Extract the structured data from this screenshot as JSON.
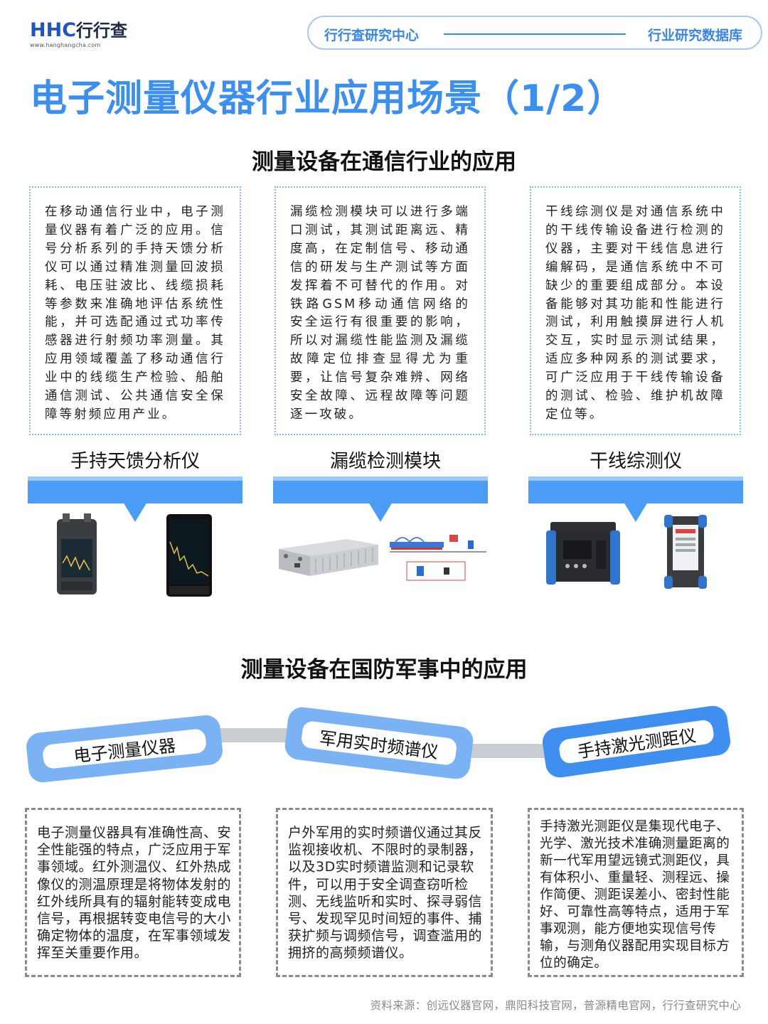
{
  "header": {
    "logo_text": "HHC",
    "logo_cn": "行行查",
    "logo_url": "www.hanghangcha.com",
    "left_label": "行行查研究中心",
    "right_label": "行业研究数据库"
  },
  "page_title": "电子测量仪器行业应用场景（1/2）",
  "section1": {
    "title": "测量设备在通信行业的应用",
    "boxes": [
      {
        "text": "在移动通信行业中，电子测量仪器有着广泛的应用。信号分析系列的手持天馈分析仪可以通过精准测量回波损耗、电压驻波比、线缆损耗等参数来准确地评估系统性能，并可选配通过式功率传感器进行射频功率测量。其应用领域覆盖了移动通信行业中的线缆生产检验、船舶通信测试、公共通信安全保障等射频应用产业。"
      },
      {
        "text": "漏缆检测模块可以进行多端口测试，其测试距离远、精度高，在定制信号、移动通信的研发与生产测试等方面发挥着不可替代的作用。对铁路GSM移动通信网络的安全运行有很重要的影响，所以对漏缆性能监测及漏缆故障定位排查显得尤为重要，让信号复杂难辨、网络安全故障、远程故障等问题逐一攻破。"
      },
      {
        "text": "干线综测仪是对通信系统中的干线传输设备进行检测的仪器，主要对干线信息进行编解码，是通信系统中不可缺少的重要组成部分。本设备能够对其功能和性能进行测试，利用触摸屏进行人机交互，实时显示测试结果，适应多种网系的测试要求，可广泛应用于干线传输设备的测试、检验、维护机故障定位等。"
      }
    ],
    "devices": [
      {
        "label": "手持天馈分析仪"
      },
      {
        "label": "漏缆检测模块"
      },
      {
        "label": "干线综测仪"
      }
    ]
  },
  "section2": {
    "title": "测量设备在国防军事中的应用",
    "chain": [
      {
        "label": "电子测量仪器"
      },
      {
        "label": "军用实时频谱仪"
      },
      {
        "label": "手持激光测距仪"
      }
    ],
    "boxes": [
      {
        "text": "电子测量仪器具有准确性高、安全性能强的特点，广泛应用于军事领域。红外测温仪、红外热成像仪的测温原理是将物体发射的红外线所具有的辐射能转变成电信号，再根据转变电信号的大小确定物体的温度，在军事领域发挥至关重要作用。"
      },
      {
        "text": "户外军用的实时频谱仪通过其反监视接收机、不限时的录制器，以及3D实时频谱监测和记录软件，可以用于安全调查窃听检测、无线监听和实时、探寻弱信号、发现罕见时间短的事件、捕获扩频与调频信号，调查滥用的拥挤的高频频谱仪。"
      },
      {
        "text": "手持激光测距仪是集现代电子、光学、激光技术准确测量距离的新一代军用望远镜式测距仪，具有体积小、重量轻、测程远、操作简便、测距误差小、密封性能好、可靠性高等特点，适用于军事观测，能方便地实现信号传输，与测角仪器配用实现目标方位的确定。"
      }
    ]
  },
  "source": "资料来源：创远仪器官网，鼎阳科技官网，普源精电官网，行行查研究中心",
  "colors": {
    "accent": "#3a8ff0",
    "bar": "#4a9cf5",
    "chain": "#7ab2f4",
    "dotted_border": "#8cb9ec",
    "dashed_border": "#8a8a8a"
  }
}
